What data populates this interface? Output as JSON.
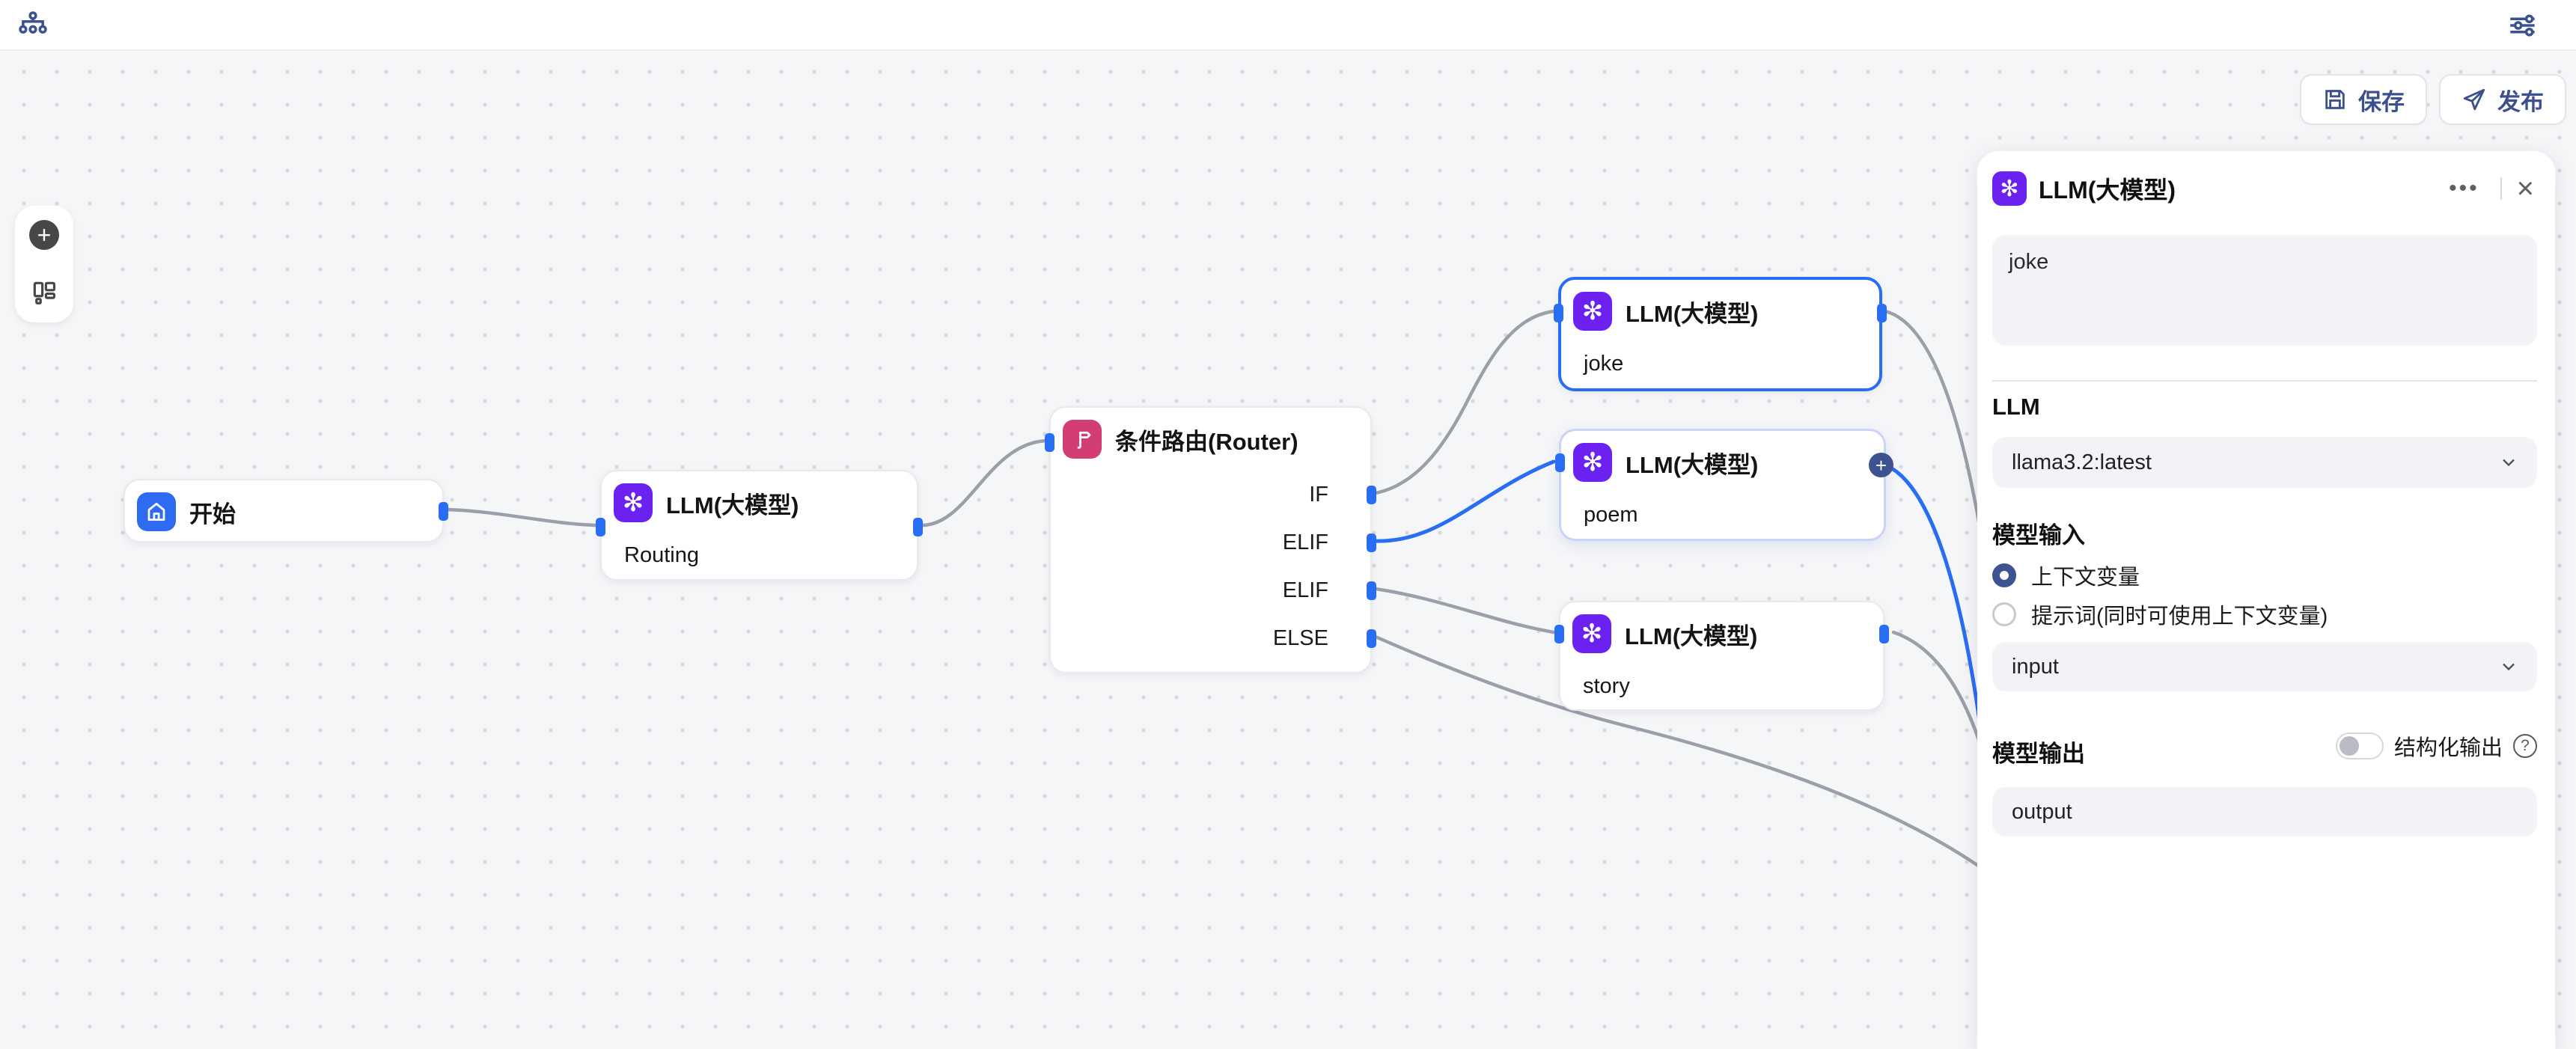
{
  "topbar": {
    "workflow_icon": "org-chart-icon",
    "settings_icon": "sliders-icon"
  },
  "actions": {
    "save_label": "保存",
    "publish_label": "发布",
    "save_icon": "floppy-disk-icon",
    "publish_icon": "paper-plane-icon"
  },
  "canvas_tools": {
    "add_label": "+",
    "add_icon": "plus-icon",
    "layout_icon": "layout-icon"
  },
  "nodes": {
    "start": {
      "title": "开始"
    },
    "routing": {
      "title": "LLM(大模型)",
      "subtitle": "Routing"
    },
    "router": {
      "title": "条件路由(Router)",
      "branches": [
        "IF",
        "ELIF",
        "ELIF",
        "ELSE"
      ]
    },
    "joke": {
      "title": "LLM(大模型)",
      "subtitle": "joke"
    },
    "poem": {
      "title": "LLM(大模型)",
      "subtitle": "poem",
      "edge_add_label": "+"
    },
    "story": {
      "title": "LLM(大模型)",
      "subtitle": "story"
    }
  },
  "panel": {
    "title": "LLM(大模型)",
    "menu_icon": "ellipsis-icon",
    "menu_glyph": "•••",
    "close_glyph": "×",
    "prompt_value": "joke",
    "llm_section": {
      "label": "LLM",
      "model_value": "llama3.2:latest"
    },
    "input_section": {
      "label": "模型输入",
      "radio_context_label": "上下文变量",
      "radio_prompt_label": "提示词(同时可使用上下文变量)",
      "radio_selected": "上下文变量",
      "variable_value": "input"
    },
    "output_section": {
      "label": "模型输出",
      "structured_toggle_label": "结构化输出",
      "structured_toggle_state": "off",
      "help_glyph": "?",
      "variable_value": "output"
    }
  },
  "icons": {
    "llm_glyph": "✻"
  },
  "colors": {
    "brand_navy": "#3c508f",
    "handle_blue": "#2a6df5",
    "selected_border": "#2a6df5",
    "edge_gray": "#9a9fa9",
    "edge_blue": "#2a6df5",
    "llm_purple": "#6b21ef",
    "start_blue": "#2e6bf0",
    "router_pink": "#d23d73",
    "canvas_bg": "#f5f6f8"
  }
}
